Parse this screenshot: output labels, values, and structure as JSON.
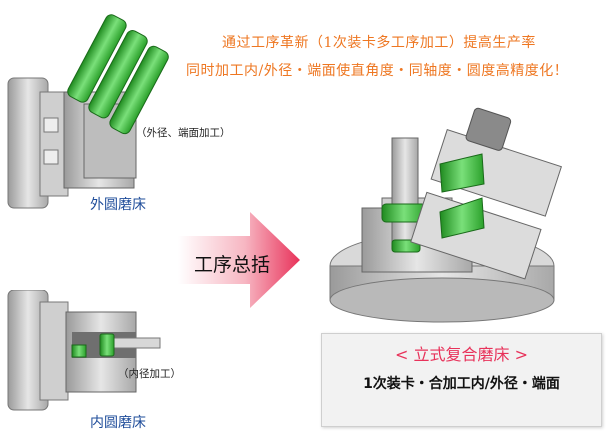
{
  "headline": {
    "line1": "通过工序革新（1次装卡多工序加工）提高生产率",
    "line2": "同时加工内/外径・端面使直角度・同轴度・圆度高精度化！"
  },
  "od_machine": {
    "note": "（外径、端面加工）",
    "label": "外圆磨床"
  },
  "id_machine": {
    "note": "（内径加工）",
    "label": "内圆磨床"
  },
  "arrow": {
    "label": "工序总括"
  },
  "result": {
    "title": "< 立式复合磨床 >",
    "subtitle": "1次装卡・合加工内/外径・端面"
  },
  "colors": {
    "headline": "#ee7722",
    "machine_label": "#1e4c9a",
    "result_title": "#e8325a",
    "grinding_wheel": "#3cc43c",
    "arrow": "#e8325a"
  }
}
